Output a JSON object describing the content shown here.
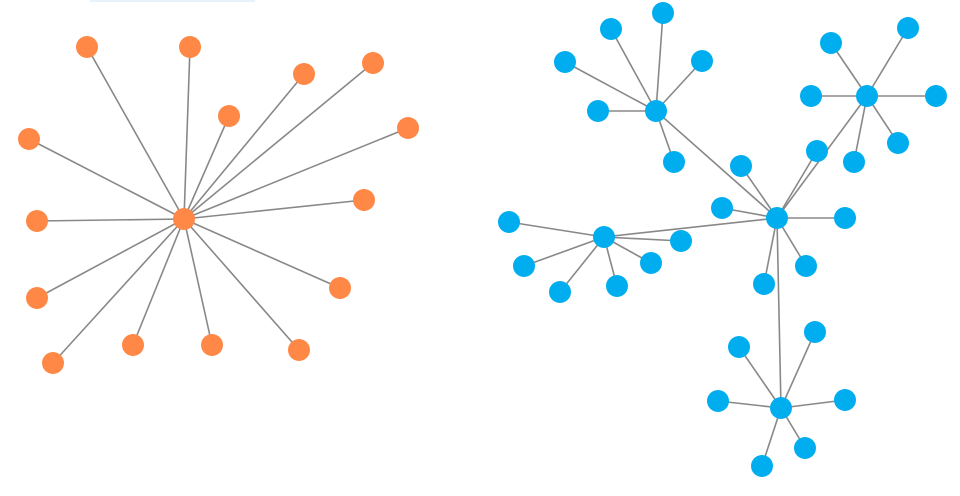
{
  "diagram": {
    "type": "network",
    "colors": {
      "group_orange": "#ff8846",
      "group_blue": "#00aeef",
      "edge": "#888888",
      "header_strip": "#e8f2fb"
    },
    "groups": [
      {
        "id": "orange",
        "hub": "o0",
        "leaves": [
          "o1",
          "o2",
          "o3",
          "o4",
          "o5",
          "o6",
          "o7",
          "o8",
          "o9",
          "o10",
          "o11",
          "o12",
          "o13",
          "o14",
          "o15"
        ]
      },
      {
        "id": "blue",
        "hub": "bA",
        "subhubs": [
          "bB",
          "bC",
          "bD",
          "bE"
        ]
      }
    ],
    "edges": [
      [
        "o0",
        "o1"
      ],
      [
        "o0",
        "o2"
      ],
      [
        "o0",
        "o3"
      ],
      [
        "o0",
        "o4"
      ],
      [
        "o0",
        "o5"
      ],
      [
        "o0",
        "o6"
      ],
      [
        "o0",
        "o7"
      ],
      [
        "o0",
        "o8"
      ],
      [
        "o0",
        "o9"
      ],
      [
        "o0",
        "o10"
      ],
      [
        "o0",
        "o11"
      ],
      [
        "o0",
        "o12"
      ],
      [
        "o0",
        "o13"
      ],
      [
        "o0",
        "o14"
      ],
      [
        "o0",
        "o15"
      ],
      [
        "bA",
        "bB"
      ],
      [
        "bA",
        "bC"
      ],
      [
        "bA",
        "bD"
      ],
      [
        "bA",
        "bE"
      ],
      [
        "bA",
        "a1"
      ],
      [
        "bA",
        "a2"
      ],
      [
        "bA",
        "a3"
      ],
      [
        "bA",
        "a4"
      ],
      [
        "bA",
        "a5"
      ],
      [
        "bA",
        "a6"
      ],
      [
        "bB",
        "b1"
      ],
      [
        "bB",
        "b2"
      ],
      [
        "bB",
        "b3"
      ],
      [
        "bB",
        "b4"
      ],
      [
        "bB",
        "b5"
      ],
      [
        "bB",
        "b6"
      ],
      [
        "bC",
        "c1"
      ],
      [
        "bC",
        "c2"
      ],
      [
        "bC",
        "c3"
      ],
      [
        "bC",
        "c4"
      ],
      [
        "bC",
        "c5"
      ],
      [
        "bC",
        "c6"
      ],
      [
        "bD",
        "d1"
      ],
      [
        "bD",
        "d2"
      ],
      [
        "bD",
        "d3"
      ],
      [
        "bD",
        "d4"
      ],
      [
        "bD",
        "d5"
      ],
      [
        "bD",
        "d6"
      ],
      [
        "bE",
        "e1"
      ],
      [
        "bE",
        "e2"
      ],
      [
        "bE",
        "e3"
      ],
      [
        "bE",
        "e4"
      ],
      [
        "bE",
        "e5"
      ],
      [
        "bE",
        "e6"
      ]
    ]
  }
}
